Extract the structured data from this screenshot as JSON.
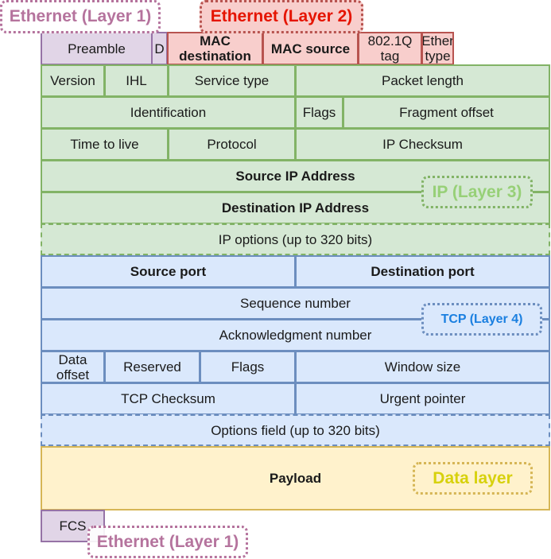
{
  "labels": {
    "eth1_top": "Ethernet (Layer 1)",
    "eth2": "Ethernet (Layer 2)",
    "ip": "IP (Layer 3)",
    "tcp": "TCP (Layer 4)",
    "data": "Data layer",
    "eth1_bottom": "Ethernet (Layer 1)"
  },
  "ethernet": {
    "preamble": "Preamble",
    "d": "D",
    "mac_destination": "MAC destination",
    "mac_source": "MAC source",
    "vlan_tag": "802.1Q tag",
    "ether_type": "Ether type"
  },
  "ip": {
    "version": "Version",
    "ihl": "IHL",
    "service_type": "Service type",
    "packet_length": "Packet length",
    "identification": "Identification",
    "flags": "Flags",
    "fragment_offset": "Fragment offset",
    "ttl": "Time to live",
    "protocol": "Protocol",
    "checksum": "IP Checksum",
    "source_ip": "Source IP Address",
    "destination_ip": "Destination IP Address",
    "options": "IP options (up to 320 bits)"
  },
  "tcp": {
    "source_port": "Source port",
    "destination_port": "Destination port",
    "sequence_number": "Sequence number",
    "ack_number": "Acknowledgment number",
    "data_offset": "Data offset",
    "reserved": "Reserved",
    "flags": "Flags",
    "window_size": "Window size",
    "checksum": "TCP Checksum",
    "urgent_pointer": "Urgent pointer",
    "options": "Options field (up to 320 bits)"
  },
  "payload": {
    "label": "Payload"
  },
  "fcs": {
    "label": "FCS"
  }
}
